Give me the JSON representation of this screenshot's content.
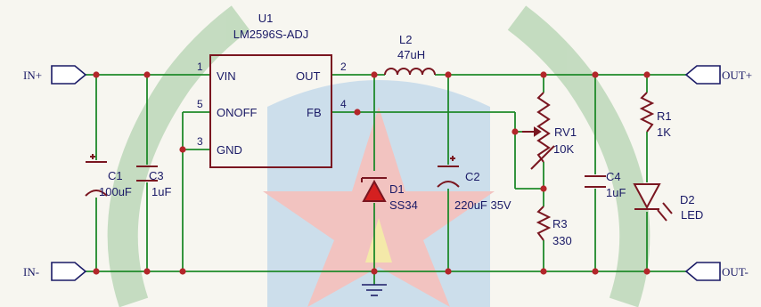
{
  "colors": {
    "wire": "#1f8a2a",
    "node": "#b3262a",
    "component": "#7a1620",
    "text": "#1a1a66",
    "diode_fill": "#d42020",
    "background": "#f7f6f0",
    "watermark_blue": "#7fb4e0",
    "watermark_red": "#e88a8a",
    "watermark_yellow": "#f3e070",
    "watermark_green": "#9cc79a"
  },
  "watermark": {
    "description_icon": "wreath-star-emblem-icon"
  },
  "ports": {
    "in_plus": "IN+",
    "in_minus": "IN-",
    "out_plus": "OUT+",
    "out_minus": "OUT-"
  },
  "ic": {
    "ref": "U1",
    "part": "LM2596S-ADJ",
    "pins": [
      {
        "num": "1",
        "name": "VIN"
      },
      {
        "num": "5",
        "name": "ONOFF"
      },
      {
        "num": "3",
        "name": "GND"
      },
      {
        "num": "2",
        "name": "OUT"
      },
      {
        "num": "4",
        "name": "FB"
      }
    ]
  },
  "components": {
    "c1": {
      "ref": "C1",
      "value": "100uF"
    },
    "c3": {
      "ref": "C3",
      "value": "1uF"
    },
    "l2": {
      "ref": "L2",
      "value": "47uH"
    },
    "d1": {
      "ref": "D1",
      "value": "SS34"
    },
    "c2": {
      "ref": "C2",
      "value": "220uF 35V"
    },
    "rv1": {
      "ref": "RV1",
      "value": "10K"
    },
    "r3": {
      "ref": "R3",
      "value": "330"
    },
    "c4": {
      "ref": "C4",
      "value": "1uF"
    },
    "r1": {
      "ref": "R1",
      "value": "1K"
    },
    "d2": {
      "ref": "D2",
      "value": "LED"
    }
  }
}
